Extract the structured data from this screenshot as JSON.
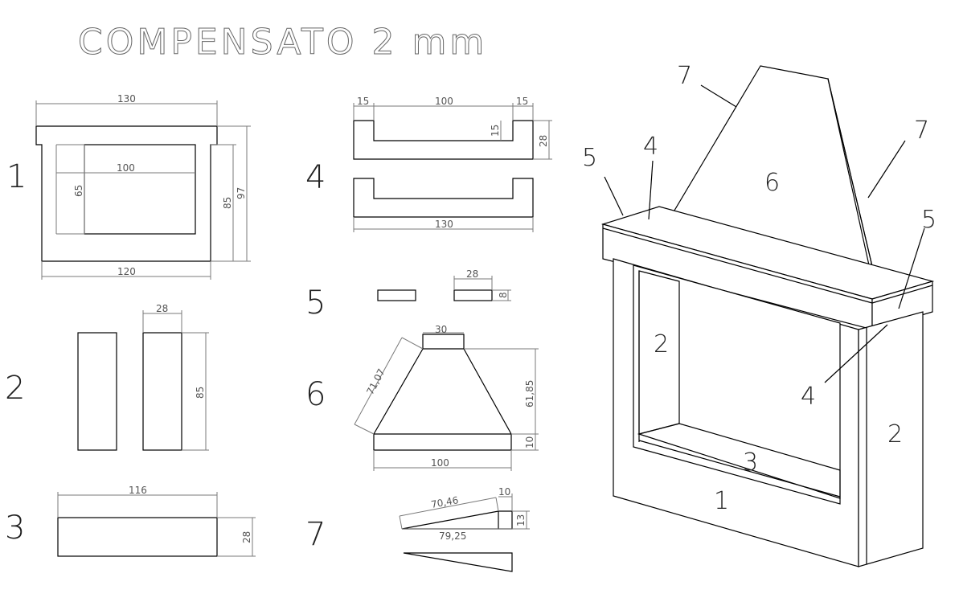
{
  "title": "COMPENSATO 2 mm",
  "parts": {
    "p1": {
      "label": "1",
      "dims": {
        "top": "130",
        "inner_w": "100",
        "inner_h": "65",
        "h85": "85",
        "h97": "97",
        "bottom": "120"
      }
    },
    "p2": {
      "label": "2",
      "dims": {
        "w": "28",
        "h": "85"
      }
    },
    "p3": {
      "label": "3",
      "dims": {
        "w": "116",
        "h": "28"
      }
    },
    "p4": {
      "label": "4",
      "dims": {
        "left": "15",
        "mid": "100",
        "right": "15",
        "notch": "15",
        "h": "28",
        "bottom": "130"
      }
    },
    "p5": {
      "label": "5",
      "dims": {
        "w": "28",
        "h": "8"
      }
    },
    "p6": {
      "label": "6",
      "dims": {
        "top": "30",
        "side": "71,07",
        "h": "61,85",
        "base_h": "10",
        "bottom": "100"
      }
    },
    "p7": {
      "label": "7",
      "dims": {
        "slope": "70,46",
        "tip": "10",
        "h": "13",
        "base": "79,25"
      }
    }
  },
  "assembly": {
    "l7a": "7",
    "l7b": "7",
    "l6": "6",
    "l5a": "5",
    "l5b": "5",
    "l4a": "4",
    "l4b": "4",
    "l2a": "2",
    "l2b": "2",
    "l3": "3",
    "l1": "1"
  }
}
